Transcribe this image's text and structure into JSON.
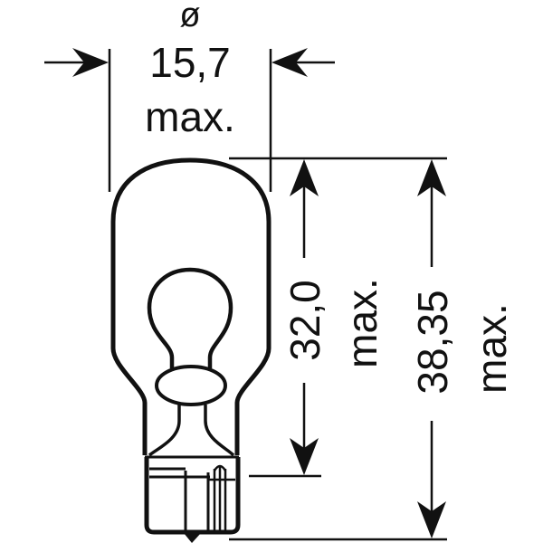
{
  "diagram": {
    "type": "technical-dimension-drawing",
    "subject": "wedge-base glass bulb (W16W type)",
    "colors": {
      "line": "#111111",
      "background": "#ffffff"
    },
    "dimensions": {
      "diameter": {
        "symbol": "ø",
        "value": "15,7",
        "qualifier": "max."
      },
      "light_center_height": {
        "value": "32,0",
        "qualifier": "max."
      },
      "overall_length": {
        "value": "38,35",
        "qualifier": "max."
      }
    }
  }
}
